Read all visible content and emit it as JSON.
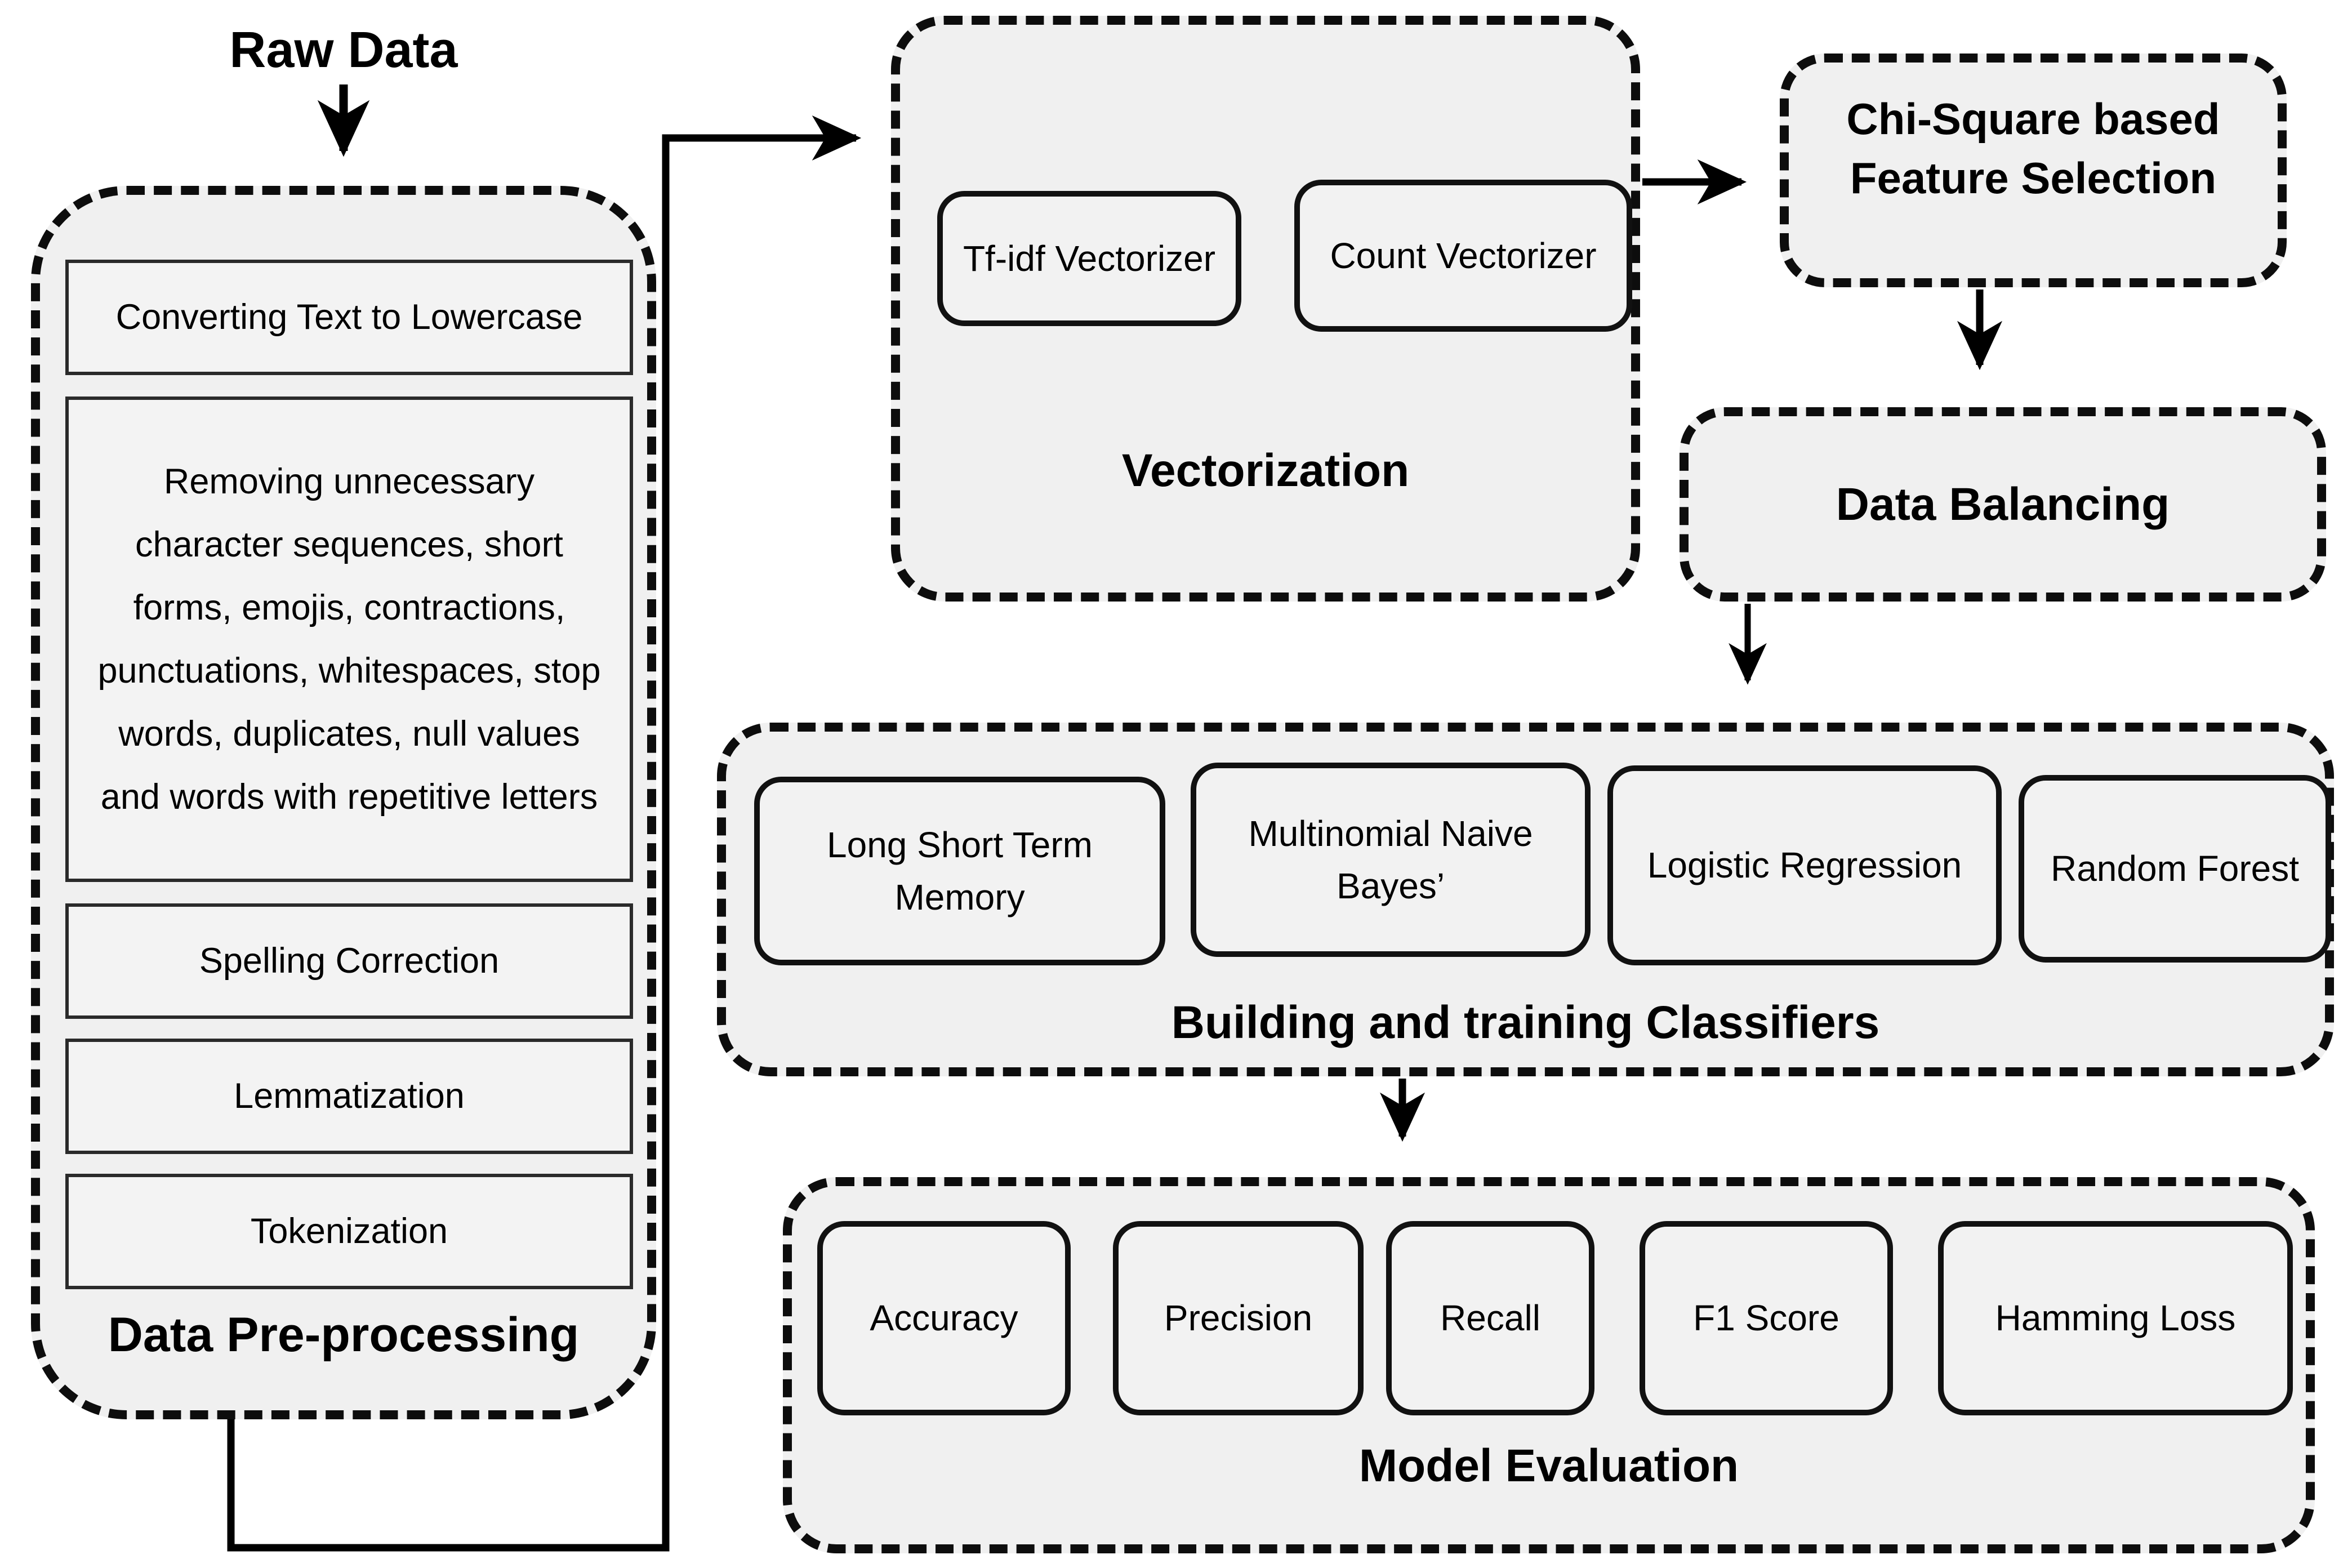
{
  "diagram": {
    "raw_data_label": "Raw Data",
    "colors": {
      "box_fill": "#f0f0f0",
      "line_ink": "#000000",
      "background": "#ffffff"
    },
    "preprocessing": {
      "title": "Data Pre-processing",
      "steps": [
        "Converting Text to Lowercase",
        "Removing unnecessary character sequences, short forms, emojis, contractions, punctuations, whitespaces, stop words, duplicates, null values and words with repetitive letters",
        "Spelling Correction",
        "Lemmatization",
        "Tokenization"
      ]
    },
    "vectorization": {
      "title": "Vectorization",
      "items": [
        "Tf-idf Vectorizer",
        "Count Vectorizer"
      ]
    },
    "feature_selection": {
      "title": "Chi-Square based Feature Selection"
    },
    "data_balancing": {
      "title": "Data Balancing"
    },
    "classifiers": {
      "title": "Building and training Classifiers",
      "items": [
        "Long Short Term Memory",
        "Multinomial Naive Bayes’",
        "Logistic Regression",
        "Random Forest"
      ]
    },
    "evaluation": {
      "title": "Model Evaluation",
      "items": [
        "Accuracy",
        "Precision",
        "Recall",
        "F1 Score",
        "Hamming Loss"
      ]
    }
  }
}
